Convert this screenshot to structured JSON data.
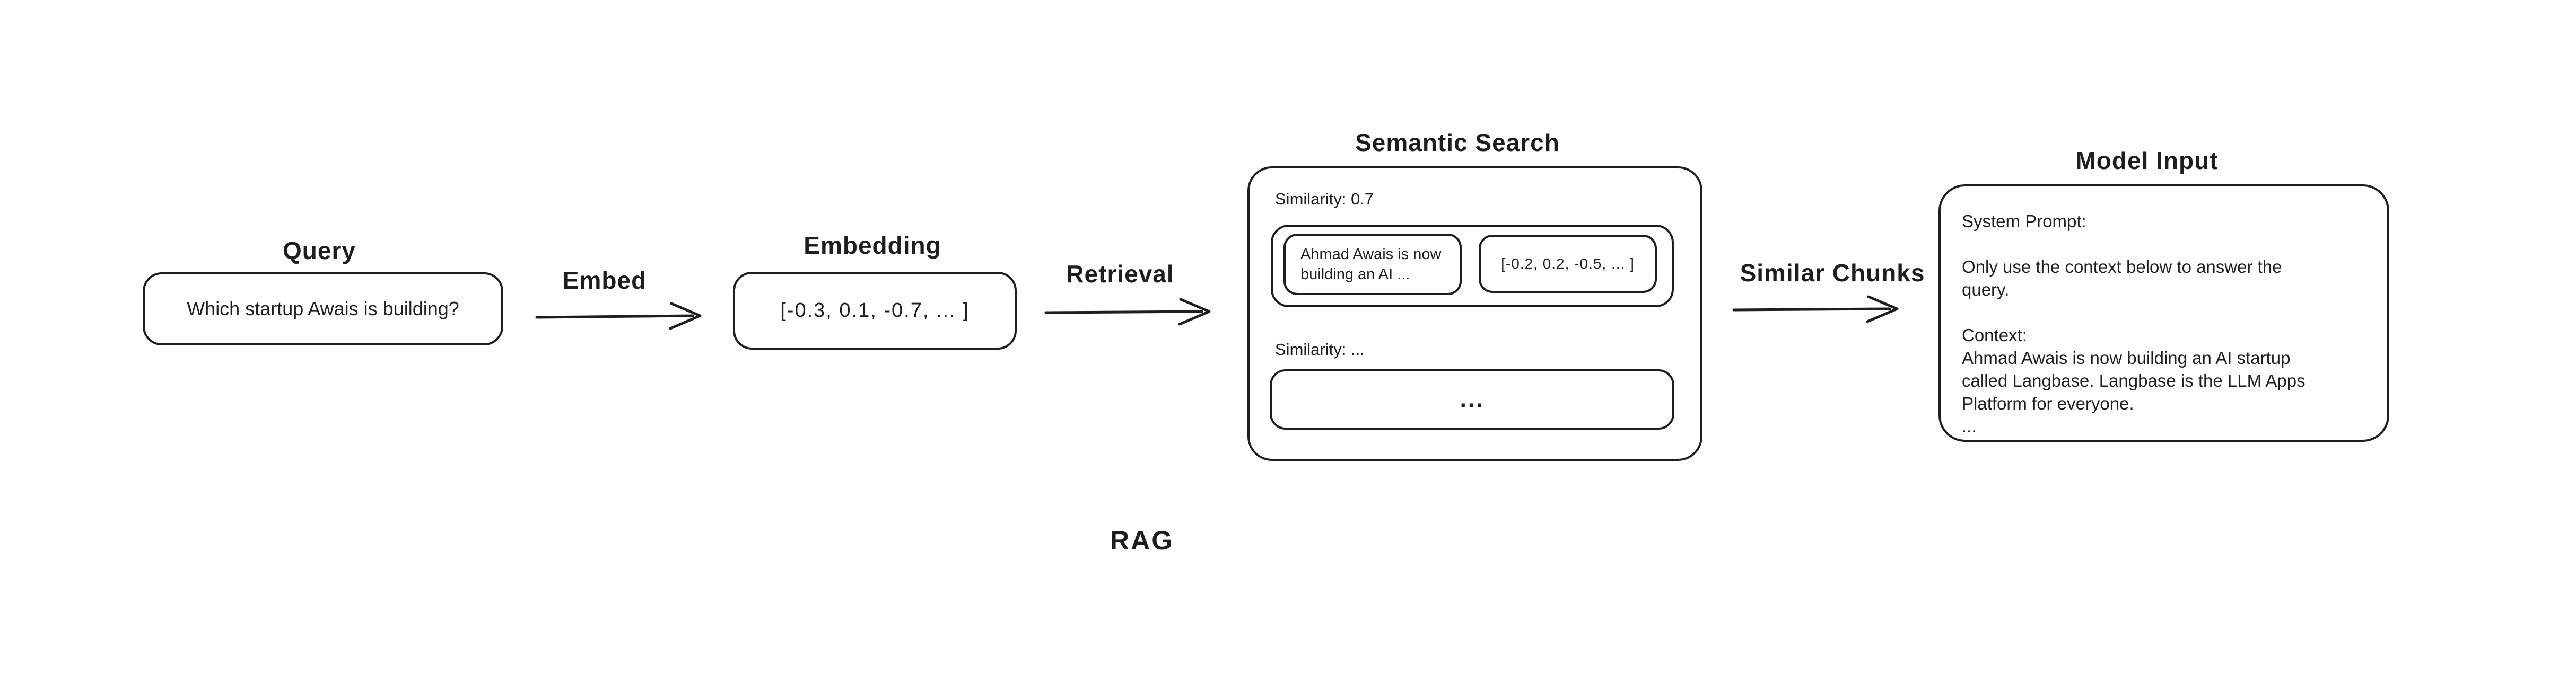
{
  "diagram_label": "RAG",
  "colors": {
    "stroke": "#1e1e1e",
    "background": "#ffffff"
  },
  "nodes": {
    "query": {
      "title": "Query",
      "text": "Which startup Awais is building?"
    },
    "embedding": {
      "title": "Embedding",
      "text": "[-0.3, 0.1, -0.7, ... ]"
    },
    "semantic_search": {
      "title": "Semantic Search",
      "match": {
        "similarity_label": "Similarity: 0.7",
        "chunk_text": "Ahmad Awais is now\nbuilding an AI ...",
        "vector_text": "[-0.2, 0.2, -0.5, ... ]"
      },
      "more": {
        "similarity_label": "Similarity: ...",
        "ellipsis": "..."
      }
    },
    "model_input": {
      "title": "Model Input",
      "text": "System Prompt:\n\nOnly use the context below to answer the\nquery.\n\nContext:\nAhmad Awais is now building an AI startup\ncalled Langbase. Langbase is the LLM Apps\nPlatform for everyone.\n..."
    }
  },
  "arrows": {
    "embed": {
      "label": "Embed"
    },
    "retrieval": {
      "label": "Retrieval"
    },
    "similar_chunks": {
      "label": "Similar Chunks"
    }
  }
}
